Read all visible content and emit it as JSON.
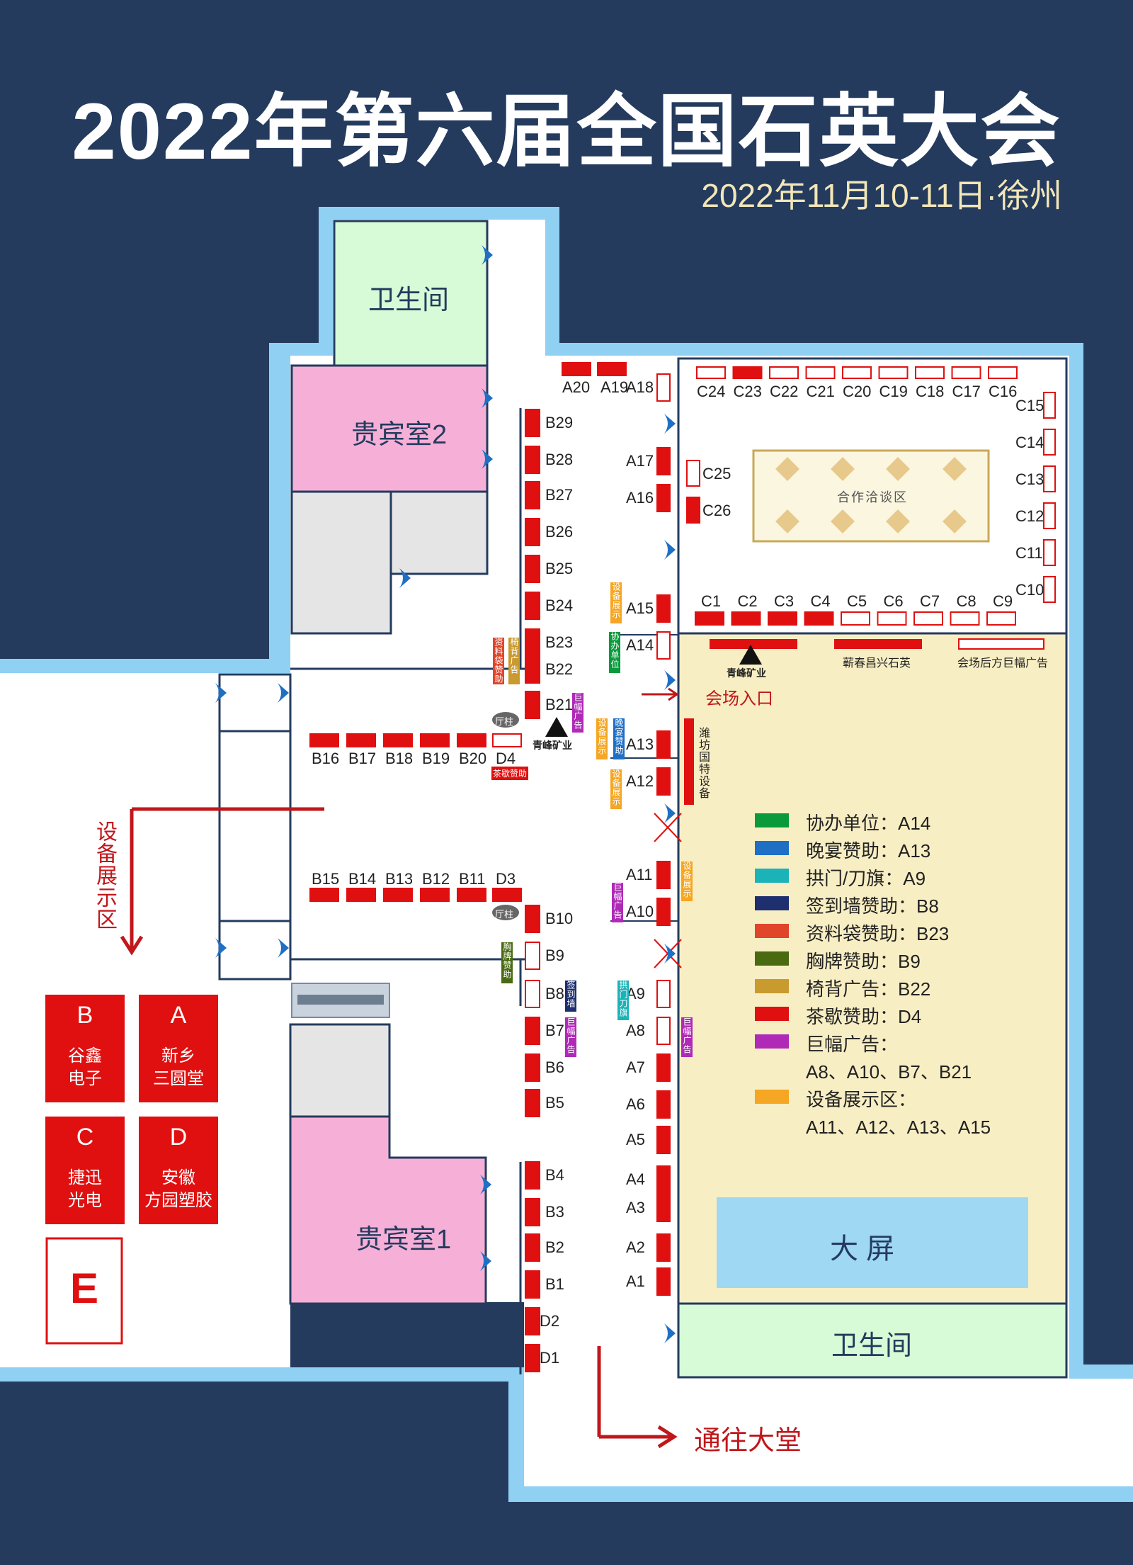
{
  "header": {
    "title": "2022年第六届全国石英大会",
    "subtitle": "2022年11月10-11日·徐州"
  },
  "rooms": {
    "toilet_top": "卫生间",
    "vip2": "贵宾室2",
    "vip1": "贵宾室1",
    "toilet_bottom": "卫生间",
    "screen": "大 屏",
    "coop": "合作洽谈区",
    "entrance": "会场入口",
    "lobby": "通往大堂",
    "equipment_area": "设备展示区",
    "pillar": "厅柱"
  },
  "a_booths": [
    "A1",
    "A2",
    "A3",
    "A4",
    "A5",
    "A6",
    "A7",
    "A8",
    "A9",
    "A10",
    "A11",
    "A12",
    "A13",
    "A14",
    "A15",
    "A16",
    "A17",
    "A18",
    "A19",
    "A20"
  ],
  "b_booths": [
    "B1",
    "B2",
    "B3",
    "B4",
    "B5",
    "B6",
    "B7",
    "B8",
    "B9",
    "B10",
    "B11",
    "B12",
    "B13",
    "B14",
    "B15",
    "B16",
    "B17",
    "B18",
    "B19",
    "B20",
    "B21",
    "B22",
    "B23",
    "B24",
    "B25",
    "B26",
    "B27",
    "B28",
    "B29"
  ],
  "c_booths": [
    "C1",
    "C2",
    "C3",
    "C4",
    "C5",
    "C6",
    "C7",
    "C8",
    "C9",
    "C10",
    "C11",
    "C12",
    "C13",
    "C14",
    "C15",
    "C16",
    "C17",
    "C18",
    "C19",
    "C20",
    "C21",
    "C22",
    "C23",
    "C24",
    "C25",
    "C26"
  ],
  "d_booths": [
    "D1",
    "D2",
    "D3",
    "D4"
  ],
  "tags": {
    "equip": "设备展示",
    "giant_ad": "巨幅广告",
    "co_org": "协办单位",
    "dinner": "晚宴赞助",
    "bag": "资料袋赞助",
    "chair": "椅背广告",
    "badge": "胸牌赞助",
    "signwall": "签到墙",
    "arch": "拱门刀旗",
    "tea": "茶歇赞助",
    "weifang": "潍坊国特设备",
    "qishun": "蕲春昌兴石英",
    "back_ad": "会场后方巨幅广告",
    "logo": "青峰矿业"
  },
  "legend": [
    {
      "color": "#0a9a3c",
      "text": "协办单位：A14"
    },
    {
      "color": "#1f6fc4",
      "text": "晚宴赞助：A13"
    },
    {
      "color": "#1bb3b8",
      "text": "拱门/刀旗：A9"
    },
    {
      "color": "#1d2f6e",
      "text": "签到墙赞助：B8"
    },
    {
      "color": "#e0452b",
      "text": "资料袋赞助：B23"
    },
    {
      "color": "#4a6a12",
      "text": "胸牌赞助：B9"
    },
    {
      "color": "#c99a2e",
      "text": "椅背广告：B22"
    },
    {
      "color": "#e01010",
      "text": "茶歇赞助：D4"
    },
    {
      "color": "#b02ab8",
      "text": "巨幅广告：",
      "text2": "A8、A10、B7、B21"
    },
    {
      "color": "#f5a623",
      "text": "设备展示区：",
      "text2": "A11、A12、A13、A15"
    }
  ],
  "exhibitors": [
    {
      "letter": "B",
      "name1": "谷鑫",
      "name2": "电子"
    },
    {
      "letter": "A",
      "name1": "新乡",
      "name2": "三圆堂"
    },
    {
      "letter": "C",
      "name1": "捷迅",
      "name2": "光电"
    },
    {
      "letter": "D",
      "name1": "安徽",
      "name2": "方园塑胶"
    },
    {
      "letter": "E"
    }
  ],
  "colors": {
    "background": "#243b5e",
    "frame": "#8fd0f3",
    "booth_red": "#e01010",
    "vip_pink": "#f6b0d8",
    "toilet_green": "#d6fbd6",
    "hall_yellow": "#f8eec4",
    "screen_blue": "#9fd8f3"
  }
}
